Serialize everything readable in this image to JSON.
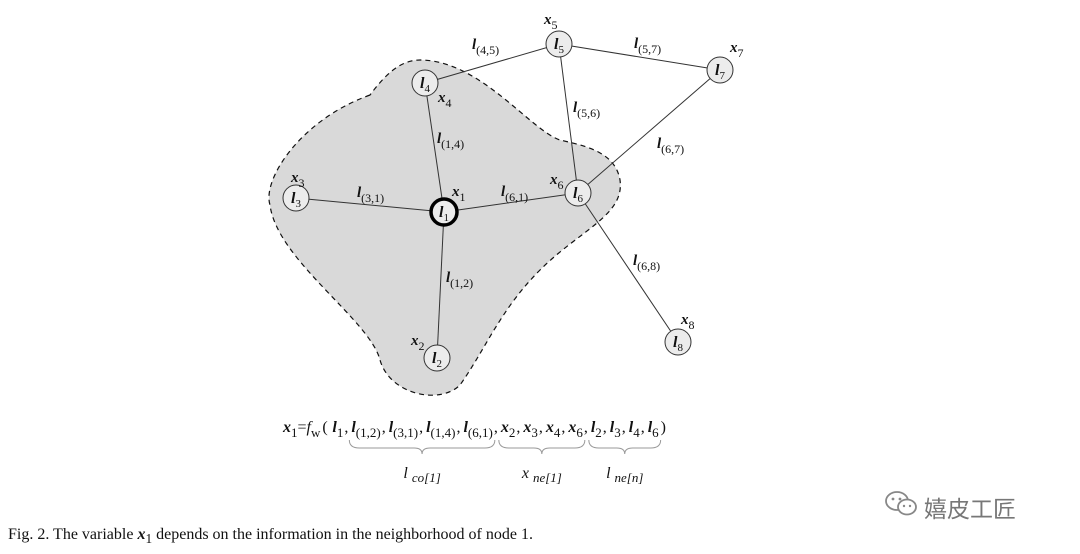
{
  "nodes": [
    {
      "id": "l1",
      "label": "l",
      "sub": "1",
      "x_label": "x",
      "x_sub": "1",
      "focus": true
    },
    {
      "id": "l2",
      "label": "l",
      "sub": "2",
      "x_label": "x",
      "x_sub": "2"
    },
    {
      "id": "l3",
      "label": "l",
      "sub": "3",
      "x_label": "x",
      "x_sub": "3"
    },
    {
      "id": "l4",
      "label": "l",
      "sub": "4",
      "x_label": "x",
      "x_sub": "4"
    },
    {
      "id": "l5",
      "label": "l",
      "sub": "5",
      "x_label": "x",
      "x_sub": "5"
    },
    {
      "id": "l6",
      "label": "l",
      "sub": "6",
      "x_label": "x",
      "x_sub": "6"
    },
    {
      "id": "l7",
      "label": "l",
      "sub": "7",
      "x_label": "x",
      "x_sub": "7"
    },
    {
      "id": "l8",
      "label": "l",
      "sub": "8",
      "x_label": "x",
      "x_sub": "8"
    }
  ],
  "edges": [
    {
      "from": "l1",
      "to": "l2",
      "label": "l",
      "sub": "(1,2)"
    },
    {
      "from": "l1",
      "to": "l3",
      "label": "l",
      "sub": "(3,1)"
    },
    {
      "from": "l1",
      "to": "l4",
      "label": "l",
      "sub": "(1,4)"
    },
    {
      "from": "l1",
      "to": "l6",
      "label": "l",
      "sub": "(6,1)"
    },
    {
      "from": "l4",
      "to": "l5",
      "label": "l",
      "sub": "(4,5)"
    },
    {
      "from": "l5",
      "to": "l6",
      "label": "l",
      "sub": "(5,6)"
    },
    {
      "from": "l5",
      "to": "l7",
      "label": "l",
      "sub": "(5,7)"
    },
    {
      "from": "l6",
      "to": "l7",
      "label": "l",
      "sub": "(6,7)"
    },
    {
      "from": "l6",
      "to": "l8",
      "label": "l",
      "sub": "(6,8)"
    }
  ],
  "formula": {
    "lhs": "x",
    "lhs_sub": "1",
    "eq": " = ",
    "f": "f",
    "f_sub": "w",
    "open": "(",
    "close": ")",
    "terms": [
      {
        "b": "l",
        "s": "1"
      },
      {
        "b": "l",
        "s": "(1,2)"
      },
      {
        "b": "l",
        "s": "(3,1)"
      },
      {
        "b": "l",
        "s": "(1,4)"
      },
      {
        "b": "l",
        "s": "(6,1)"
      },
      {
        "b": "x",
        "s": "2"
      },
      {
        "b": "x",
        "s": "3"
      },
      {
        "b": "x",
        "s": "4"
      },
      {
        "b": "x",
        "s": "6"
      },
      {
        "b": "l",
        "s": "2"
      },
      {
        "b": "l",
        "s": "3"
      },
      {
        "b": "l",
        "s": "4"
      },
      {
        "b": "l",
        "s": "6"
      }
    ],
    "groups": [
      {
        "b": "l",
        "s": "co[1]"
      },
      {
        "b": "x",
        "s": "ne[1]"
      },
      {
        "b": "l",
        "s": "ne[n]"
      }
    ]
  },
  "caption": {
    "prefix": "Fig. 2.    The variable ",
    "var": "x",
    "var_sub": "1",
    "suffix": " depends on the information in the neighborhood of node 1."
  },
  "watermark": {
    "text": "嬉皮工匠",
    "icon": "wechat-icon"
  },
  "colors": {
    "region_fill": "#d9d9d9",
    "focus_stroke": "#000000",
    "watermark": "#777777"
  }
}
